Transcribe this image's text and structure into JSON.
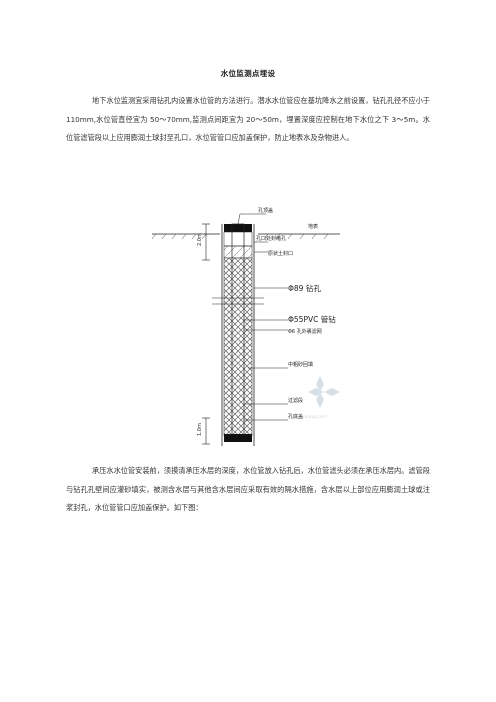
{
  "doc": {
    "title": "水位监测点埋设",
    "para1": "地下水位监测宜采用钻孔内设置水位管的方法进行。潜水水位管应在基坑降水之前设置，钻孔孔径不应小于 110mm,水位管直径宜为 50～70mm,监测点间距宜为 20～50m，埋置深度应控制在地下水位之下 3～5m。水位管滤管段以上应用膨润土球封至孔口，水位管管口应加盖保护，防止地表水及杂物进人。",
    "para2": "承压水水位管安装前，须摸清承压水层的深度，水位管放入钻孔后，水位管滤头必须在承压水层内。滤管段与钻孔孔壁间应灌砂填实，被测含水层与其他含水层间应采取有效的隔水措施，含水层以上部位应用膨润土球或注浆封孔，水位管管口应加盖保护。如下图："
  },
  "figure": {
    "labels": {
      "top_cap": "孔顶盖",
      "ground": "地表",
      "seal": "孔口处封堵孔",
      "clay_seal": "原状土封口",
      "borehole": "Φ89 钻孔",
      "pvc_pipe": "Φ55PVC 管钻",
      "pvc_holes": "Φ6 孔外裹滤网",
      "sand": "中粗砂回填",
      "filter": "过滤段",
      "bottom_cap": "孔底盖"
    },
    "dims": {
      "top": "2.0m",
      "bottom": "1.0m"
    },
    "watermark": "zhulong.com"
  }
}
